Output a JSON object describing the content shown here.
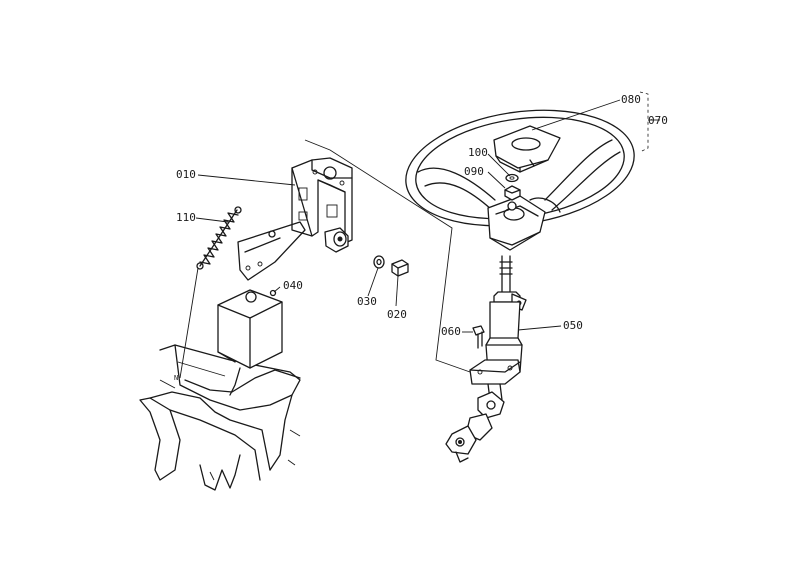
{
  "diagram": {
    "callouts": [
      {
        "id": "c010",
        "number": "010"
      },
      {
        "id": "c110",
        "number": "110"
      },
      {
        "id": "c040",
        "number": "040"
      },
      {
        "id": "c030",
        "number": "030"
      },
      {
        "id": "c020",
        "number": "020"
      },
      {
        "id": "c080",
        "number": "080"
      },
      {
        "id": "c070",
        "number": "070"
      },
      {
        "id": "c100",
        "number": "100"
      },
      {
        "id": "c090",
        "number": "090"
      },
      {
        "id": "c060",
        "number": "060"
      },
      {
        "id": "c050",
        "number": "050"
      }
    ],
    "frame_marking": "N"
  }
}
